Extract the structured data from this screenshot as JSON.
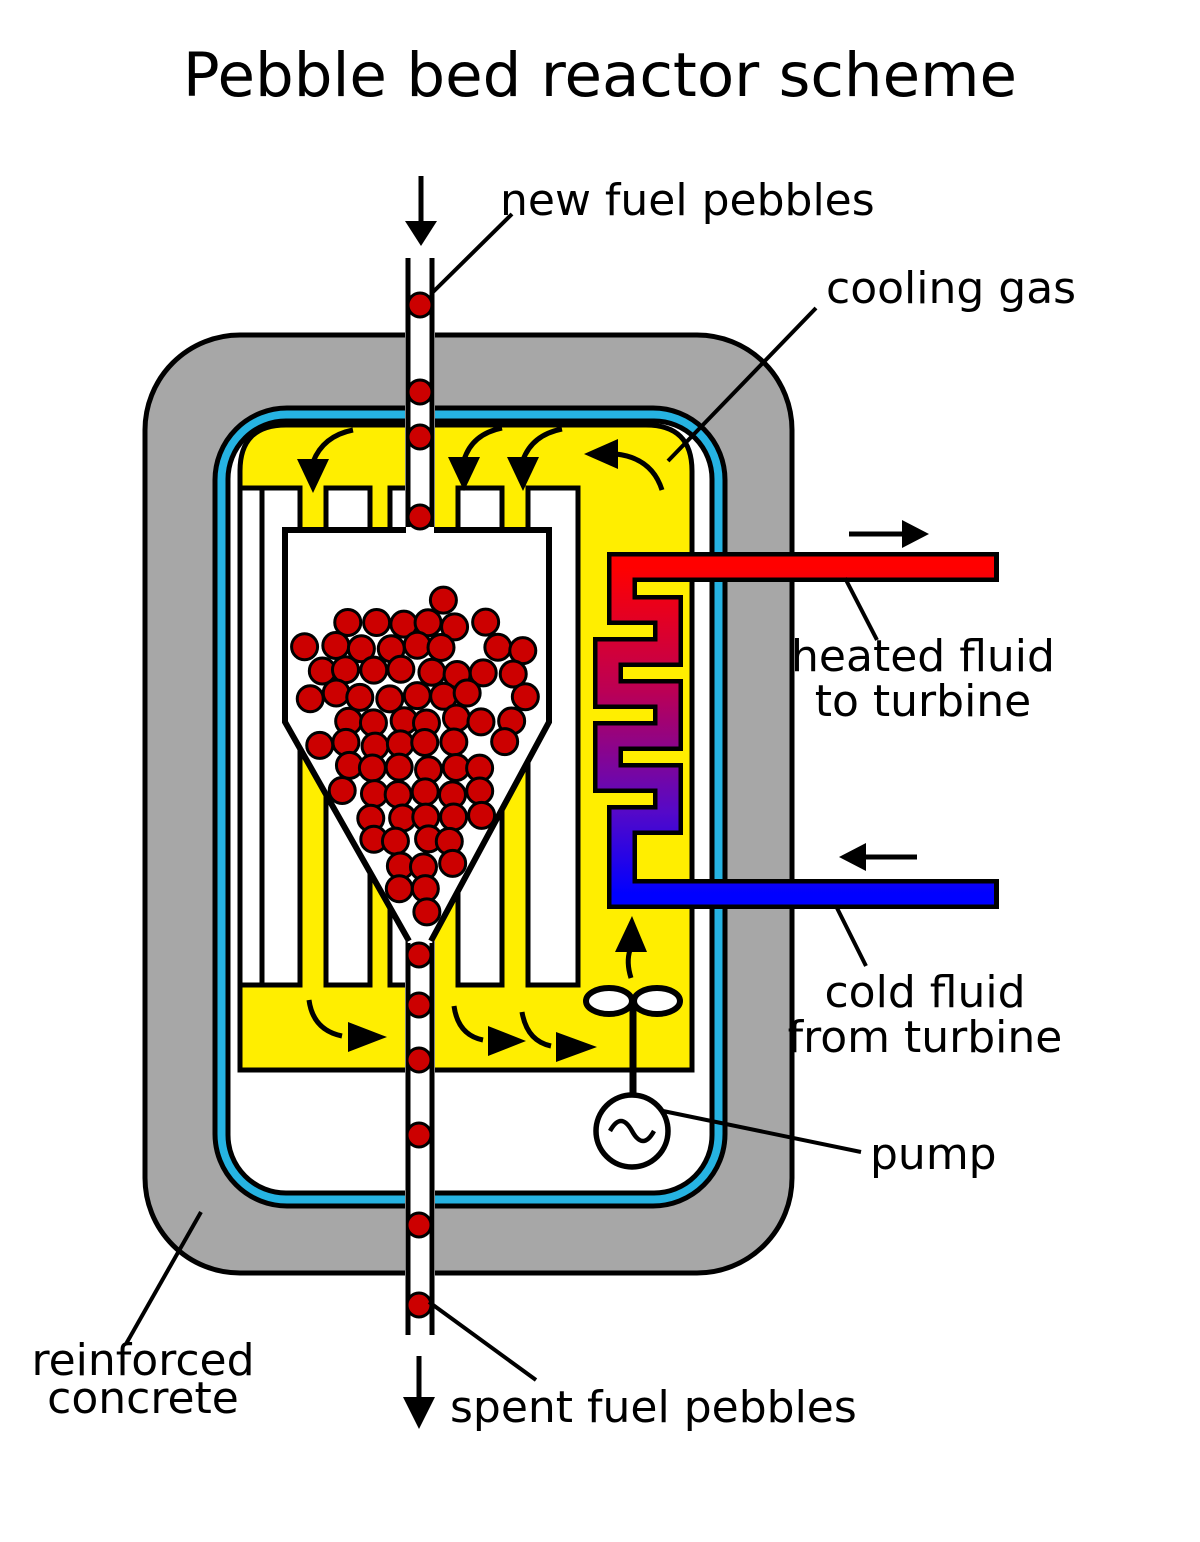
{
  "title": "Pebble bed reactor scheme",
  "labels": {
    "new_fuel": "new fuel pebbles",
    "cooling_gas": "cooling gas",
    "heated_fluid_line1": "heated fluid",
    "heated_fluid_line2": "to turbine",
    "cold_fluid_line1": "cold fluid",
    "cold_fluid_line2": "from turbine",
    "pump": "pump",
    "concrete_line1": "reinforced",
    "concrete_line2": "concrete",
    "spent_fuel": "spent fuel pebbles",
    "pump_symbol": "~"
  },
  "colors": {
    "background": "#ffffff",
    "concrete": "#a7a7a7",
    "vessel": "#26b3e2",
    "gas": "#ffee00",
    "interior": "#ffffff",
    "pebble": "#cc0000",
    "pipe_hot": "#ff0000",
    "hx_warm": "#bb0055",
    "hx_cool": "#5509c8",
    "pipe_cold": "#0000ff",
    "outline": "#000000"
  },
  "pebbles": {
    "pile_rows": 15,
    "radius_pile": 13,
    "radius_tube": 12,
    "tube_upper_y": [
      305,
      392,
      437,
      517
    ],
    "tube_lower_y": [
      955,
      1005,
      1060,
      1135,
      1225,
      1305
    ]
  }
}
